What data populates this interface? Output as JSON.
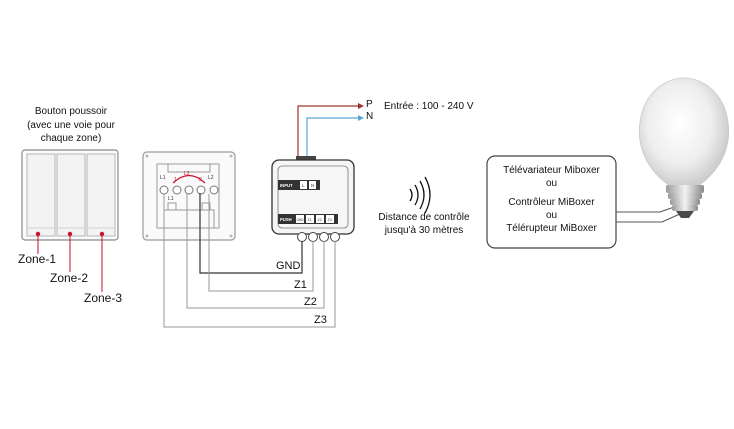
{
  "pushbutton": {
    "title": "Bouton poussoir",
    "subtitle_line1": "(avec une voie pour",
    "subtitle_line2": "chaque zone)",
    "zone1": "Zone-1",
    "zone2": "Zone-2",
    "zone3": "Zone-3"
  },
  "wall_switch": {
    "terminal_l1": "L1",
    "terminal_l2": "L2",
    "terminal_1": "1",
    "terminal_2": "2",
    "terminal_l1b": "L1",
    "terminal_l2b": "L2"
  },
  "controller": {
    "input_label": "INPUT",
    "input_l": "L",
    "input_n": "N",
    "push_label": "PUSH",
    "push_gnd": "GND",
    "push_z1": "Z1",
    "push_z2": "Z2",
    "push_z3": "Z3"
  },
  "wires": {
    "gnd": "GND",
    "z1": "Z1",
    "z2": "Z2",
    "z3": "Z3",
    "p": "P",
    "n": "N"
  },
  "power": {
    "label": "Entrée : 100 - 240 V"
  },
  "wireless": {
    "line1": "Distance de contrôle",
    "line2": "jusqu'à 30 mètres"
  },
  "device_box": {
    "line1": "Télévariateur Miboxer",
    "line2": "ou",
    "line3": "Contrôleur MiBoxer",
    "line4": "ou",
    "line5": "Télérupteur MiBoxer"
  },
  "colors": {
    "wire_dark": "#333333",
    "wire_grey": "#9a9a9a",
    "wire_live": "#a0342a",
    "wire_neutral": "#5aa7d8",
    "dot_red": "#c8102e"
  }
}
